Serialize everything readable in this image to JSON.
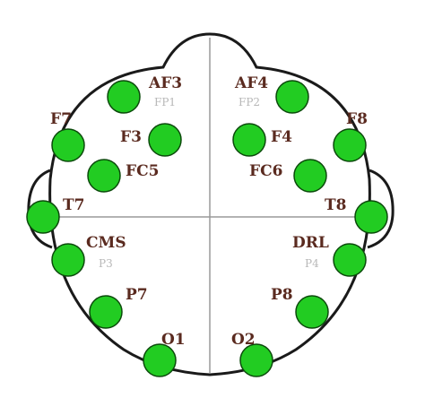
{
  "colors": {
    "outline": "#1a1a1a",
    "midline": "#9a9a9a",
    "electrode_fill": "#22cc22",
    "electrode_stroke": "#0b4a0b",
    "label": "#5a2a1f",
    "sublabel": "#b8b8b8"
  },
  "electrodes": {
    "af3": {
      "label": "AF3",
      "sublabel": "FP1"
    },
    "af4": {
      "label": "AF4",
      "sublabel": "FP2"
    },
    "f7": {
      "label": "F7"
    },
    "f3": {
      "label": "F3"
    },
    "f4": {
      "label": "F4"
    },
    "f8": {
      "label": "F8"
    },
    "fc5": {
      "label": "FC5"
    },
    "fc6": {
      "label": "FC6"
    },
    "t7": {
      "label": "T7"
    },
    "t8": {
      "label": "T8"
    },
    "cms": {
      "label": "CMS",
      "sublabel": "P3"
    },
    "drl": {
      "label": "DRL",
      "sublabel": "P4"
    },
    "p7": {
      "label": "P7"
    },
    "p8": {
      "label": "P8"
    },
    "o1": {
      "label": "O1"
    },
    "o2": {
      "label": "O2"
    }
  }
}
